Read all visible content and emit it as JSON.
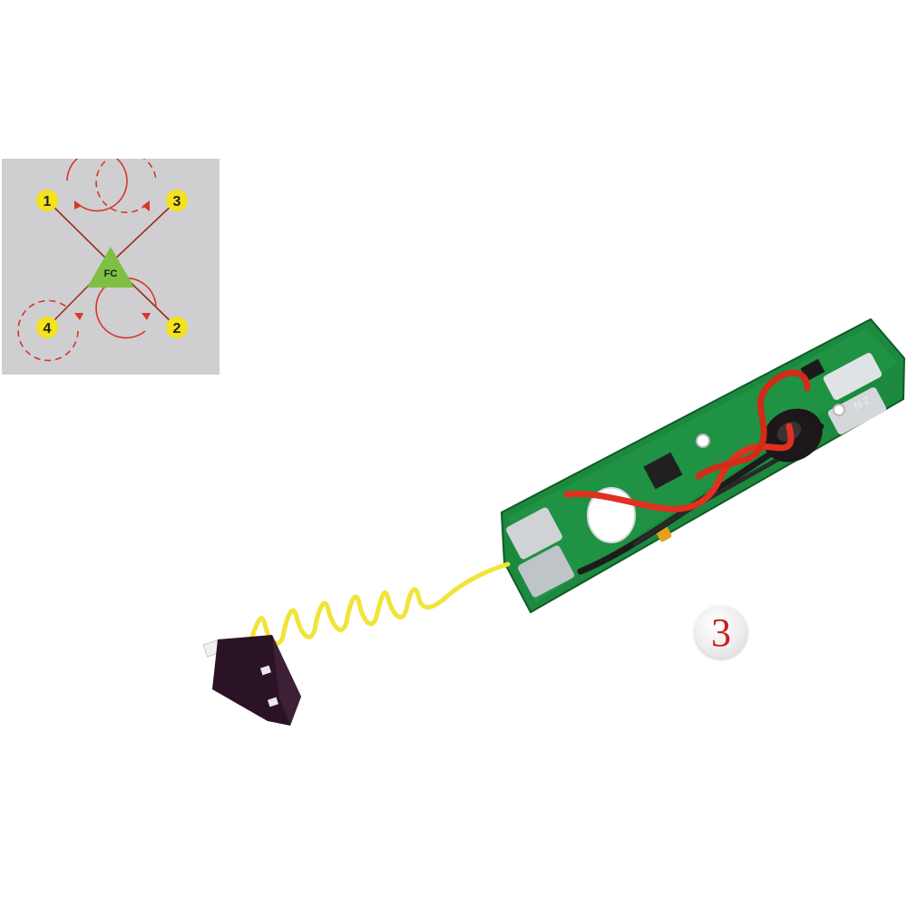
{
  "diagram": {
    "controller_label": "FC",
    "motors": [
      {
        "label": "1",
        "rotation": "clockwise"
      },
      {
        "label": "3",
        "rotation": "counter-clockwise"
      },
      {
        "label": "4",
        "rotation": "counter-clockwise"
      },
      {
        "label": "2",
        "rotation": "clockwise"
      }
    ],
    "colors": {
      "panel": "#cfcfd1",
      "arm": "#a0291f",
      "motor": "#f4e21c",
      "arrow": "#d8362a",
      "controller": "#7dc043"
    }
  },
  "photo": {
    "board_marking": "Z N",
    "colors": {
      "pcb": "#1c8a3e",
      "wire_red": "#e0301e",
      "wire_yellow": "#f1e43a",
      "connector": "#2b1326"
    }
  },
  "step": {
    "number": "3",
    "color": "#c8201e"
  }
}
